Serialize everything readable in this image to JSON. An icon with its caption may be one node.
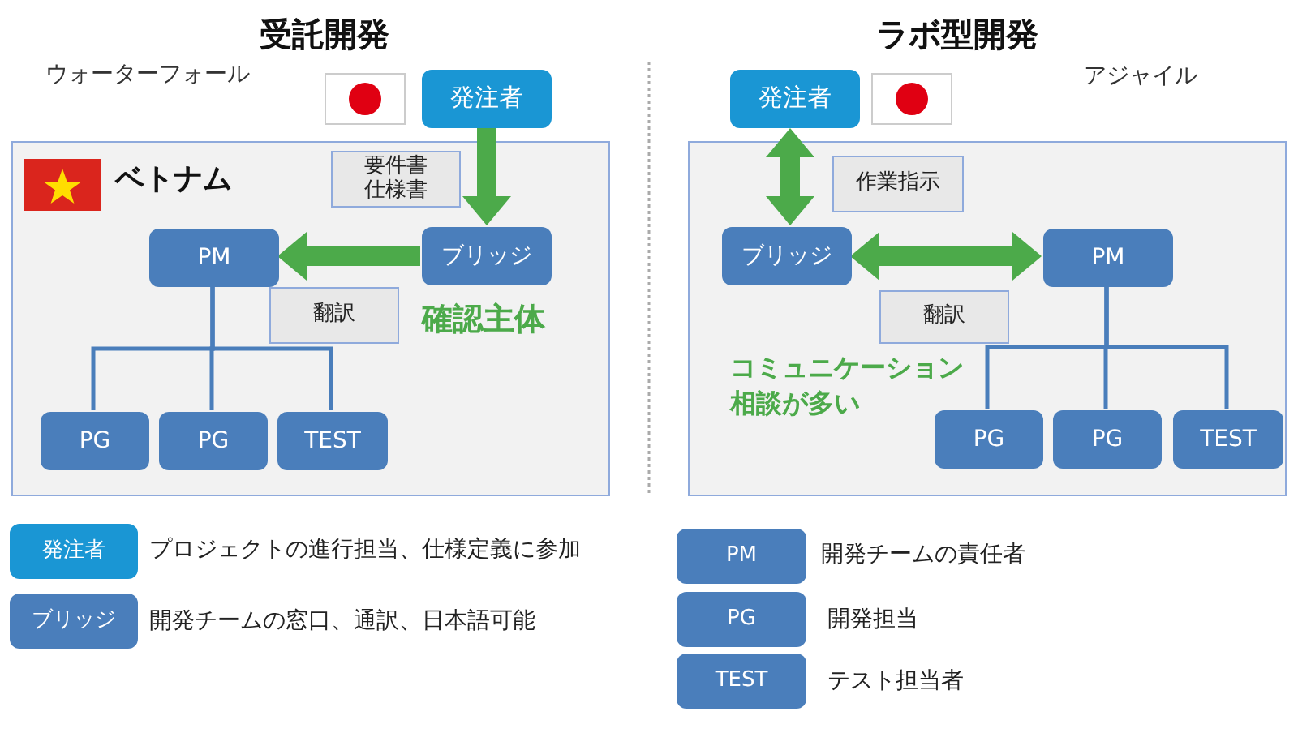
{
  "diagram": {
    "nodes": [
      {
        "text": [
          "発注者"
        ]
      },
      {
        "text": [
          "ベトナム"
        ]
      },
      {
        "text": [
          "要件書",
          "仕様書"
        ],
        "in": 1
      },
      {
        "text": [
          "ブリッジ"
        ],
        "in": 1
      },
      {
        "text": [
          "PM"
        ],
        "in": 1
      },
      {
        "text": [
          "翻訳"
        ],
        "in": 1
      },
      {
        "text": [
          "PG"
        ],
        "in": 1
      },
      {
        "text": [
          "PG"
        ],
        "in": 1
      },
      {
        "text": [
          "TEST"
        ],
        "in": 1
      },
      {
        "text": [
          "発注者"
        ]
      },
      {
        "text": [],
        "shape": "box"
      },
      {
        "text": [
          "作業指示"
        ],
        "in": 10
      },
      {
        "text": [
          "ブリッジ"
        ],
        "in": 10
      },
      {
        "text": [
          "PM"
        ],
        "in": 10
      },
      {
        "text": [
          "翻訳"
        ],
        "in": 10
      },
      {
        "text": [
          "PG"
        ],
        "in": 10
      },
      {
        "text": [
          "PG"
        ],
        "in": 10
      },
      {
        "text": [
          "TEST"
        ],
        "in": 10
      },
      {
        "text": [
          "発注者"
        ],
        "beside": [
          "プロジェクトの進行担当、仕様定義に参加"
        ]
      },
      {
        "text": [
          "ブリッジ"
        ],
        "beside": [
          "開発チームの窓口、通訳、日本語可能"
        ]
      },
      {
        "text": [
          "PM"
        ],
        "beside": [
          "開発チームの責任者"
        ]
      },
      {
        "text": [
          "PG"
        ],
        "beside": [
          "開発担当"
        ]
      },
      {
        "text": [
          "TEST"
        ],
        "beside": [
          "テスト担当者"
        ]
      }
    ],
    "edges": [
      {
        "from": 0,
        "to": 3,
        "arrow": "to",
        "style": "thick",
        "color": "#4caa4a"
      },
      {
        "from": 3,
        "to": 4,
        "arrow": "to",
        "style": "thick",
        "color": "#4caa4a"
      },
      {
        "from": 4,
        "to": 6,
        "arrow": "none"
      },
      {
        "from": 4,
        "to": 7,
        "arrow": "none"
      },
      {
        "from": 4,
        "to": 8,
        "arrow": "none"
      },
      {
        "from": 9,
        "to": 12,
        "arrow": "both",
        "style": "thick",
        "color": "#4caa4a"
      },
      {
        "from": 12,
        "to": 13,
        "arrow": "both",
        "style": "thick",
        "color": "#4caa4a"
      },
      {
        "from": 13,
        "to": 15,
        "arrow": "none"
      },
      {
        "from": 13,
        "to": 16,
        "arrow": "none"
      },
      {
        "from": 13,
        "to": 17,
        "arrow": "none"
      }
    ],
    "labels": [
      "受託開発",
      "ウォーターフォール",
      "確認主体",
      "ラボ型開発",
      "アジャイル",
      "コミュニケーション相談が多い"
    ]
  }
}
